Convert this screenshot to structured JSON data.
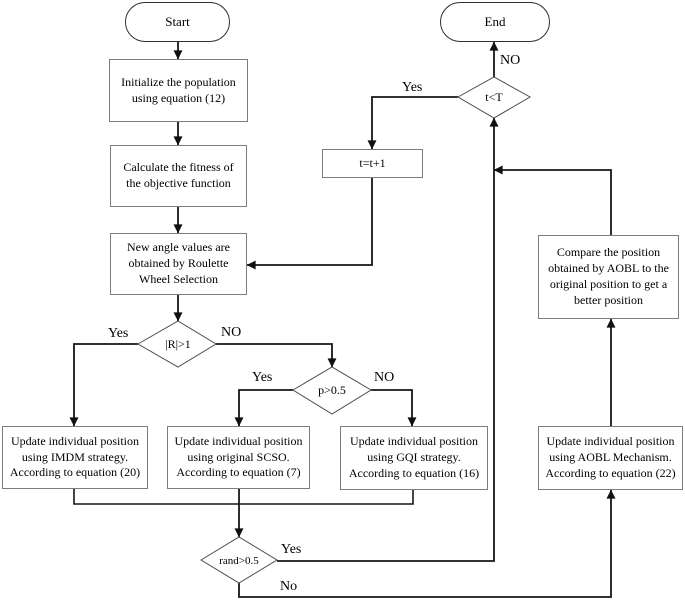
{
  "nodes": {
    "start": {
      "label": "Start"
    },
    "end": {
      "label": "End"
    },
    "init": {
      "label": "Initialize the population using equation (12)"
    },
    "fitness": {
      "label": "Calculate the fitness of the objective function"
    },
    "roulette": {
      "label": "New angle values are obtained by Roulette Wheel Selection"
    },
    "r_decision": {
      "label": "|R|>1"
    },
    "p_decision": {
      "label": "p>0.5"
    },
    "imdm": {
      "label": "Update individual position using IMDM strategy. According to equation (20)"
    },
    "scso": {
      "label": "Update individual position using original SCSO. According to equation (7)"
    },
    "gqi": {
      "label": "Update individual position using GQI strategy. According to equation (16)"
    },
    "aobl_update": {
      "label": "Update individual position using AOBL Mechanism. According to equation (22)"
    },
    "compare": {
      "label": "Compare the position obtained by AOBL to the original position to get a better position"
    },
    "rand_decision": {
      "label": "rand>0.5"
    },
    "t_increment": {
      "label": "t=t+1"
    },
    "t_decision": {
      "label": "t<T"
    }
  },
  "edge_labels": {
    "r_yes": "Yes",
    "r_no": "NO",
    "p_yes": "Yes",
    "p_no": "NO",
    "rand_yes": "Yes",
    "rand_no": "No",
    "t_yes": "Yes",
    "t_no": "NO"
  },
  "colors": {
    "background": "#ffffff",
    "line": "#161616",
    "box_border": "#7d7d7d",
    "terminal_border": "#2f2f2f",
    "diamond_border": "#4c4c4c",
    "text": "#000000"
  }
}
